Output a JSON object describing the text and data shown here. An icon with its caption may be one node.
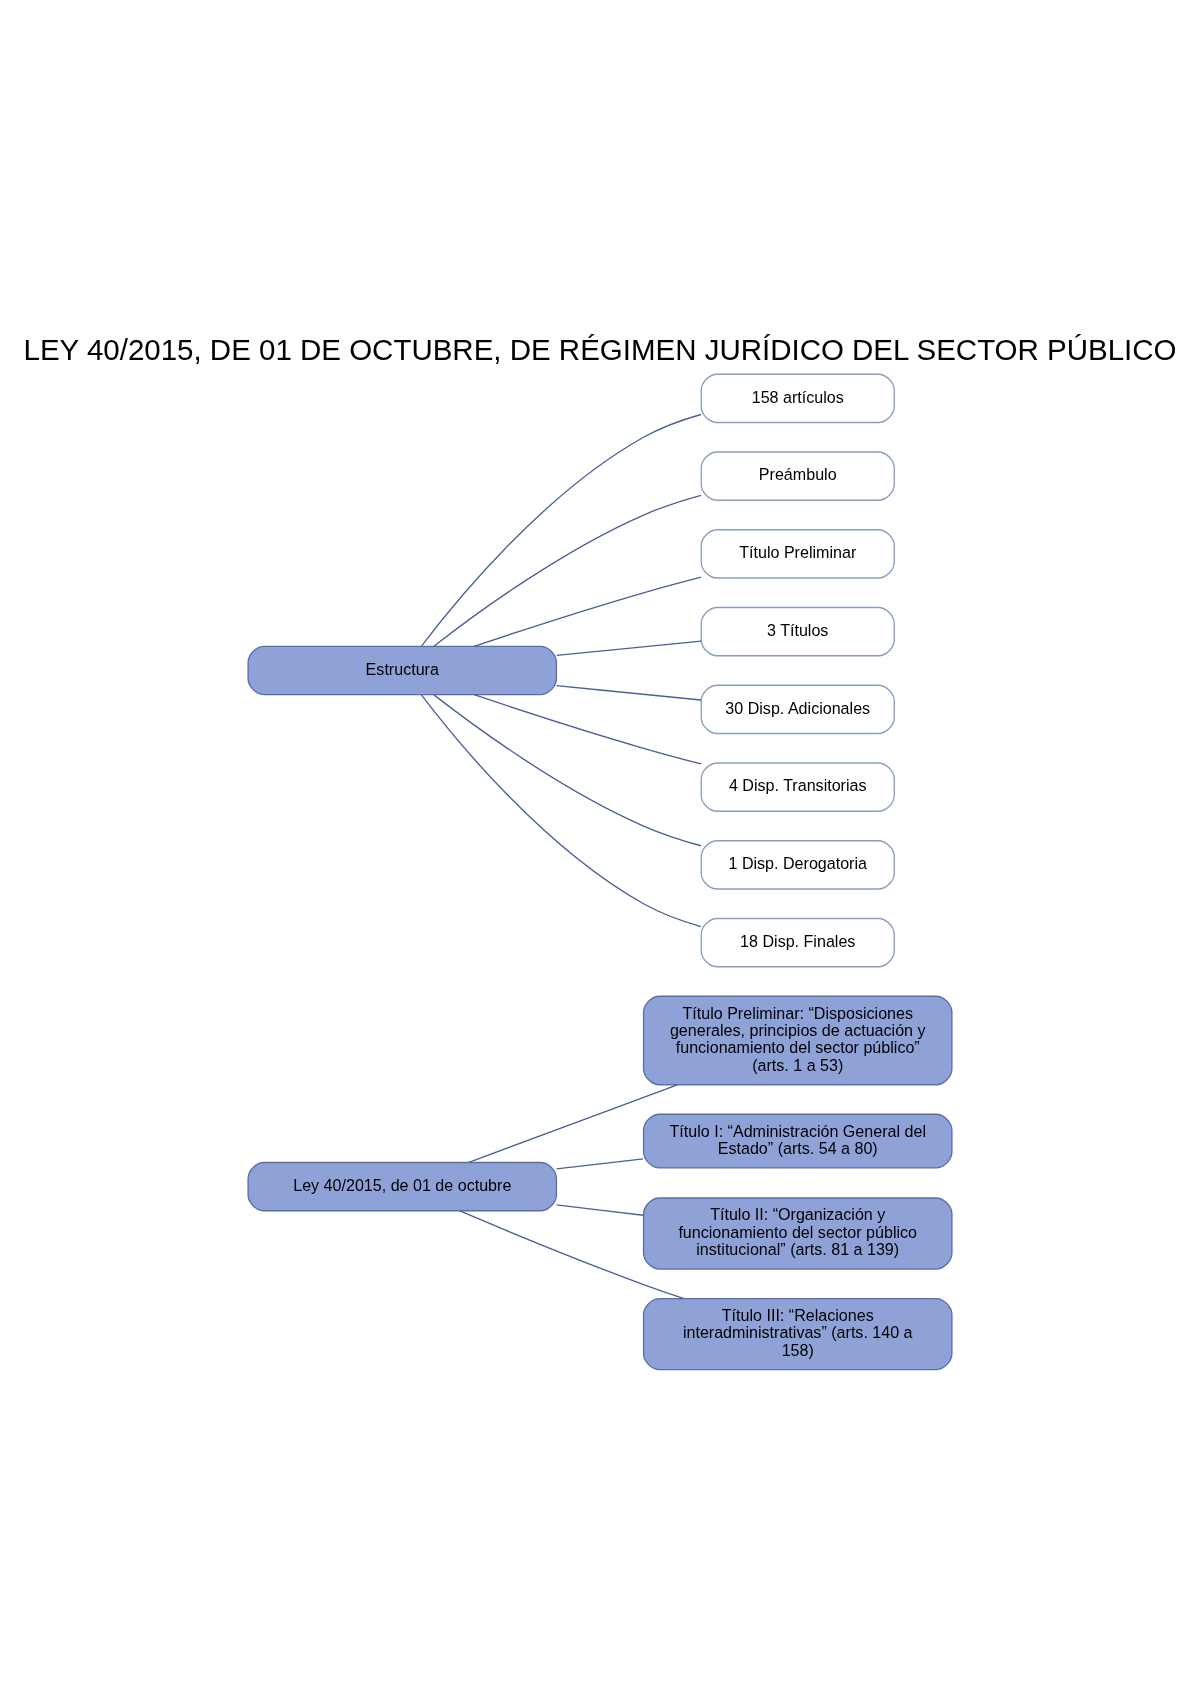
{
  "diagram": {
    "title": "LEY 40/2015, DE 01 DE OCTUBRE, DE RÉGIMEN JURÍDICO DEL SECTOR PÚBLICO",
    "nodes": [
      {
        "text": [
          "Ley 40/2015, de 01 de octubre"
        ]
      },
      {
        "text": [
          "Título Preliminar: “Disposiciones generales, principios de actuación y funcionamiento del sector público” (arts. 1 a 53)"
        ]
      },
      {
        "text": [
          "Título I: “Administración General del Estado” (arts. 54 a 80)"
        ]
      },
      {
        "text": [
          "Título II: “Organización y funcionamiento del sector público institucional” (arts. 81 a 139)"
        ]
      },
      {
        "text": [
          "Título III: “Relaciones interadministrativas” (arts. 140 a 158)"
        ]
      },
      {
        "text": [
          "Estructura"
        ]
      },
      {
        "text": [
          "158 artículos"
        ]
      },
      {
        "text": [
          "Preámbulo"
        ]
      },
      {
        "text": [
          "Título Preliminar"
        ]
      },
      {
        "text": [
          "3 Títulos"
        ]
      },
      {
        "text": [
          "30 Disp. Adicionales"
        ]
      },
      {
        "text": [
          "4 Disp. Transitorias"
        ]
      },
      {
        "text": [
          "1 Disp. Derogatoria"
        ]
      },
      {
        "text": [
          "18 Disp. Finales"
        ]
      }
    ],
    "edges": [
      {
        "from": 0,
        "to": 1,
        "arrow": "none"
      },
      {
        "from": 0,
        "to": 2,
        "arrow": "none"
      },
      {
        "from": 0,
        "to": 3,
        "arrow": "none"
      },
      {
        "from": 0,
        "to": 4,
        "arrow": "none"
      },
      {
        "from": 5,
        "to": 6,
        "arrow": "none"
      },
      {
        "from": 5,
        "to": 7,
        "arrow": "none"
      },
      {
        "from": 5,
        "to": 8,
        "arrow": "none"
      },
      {
        "from": 5,
        "to": 9,
        "arrow": "none"
      },
      {
        "from": 5,
        "to": 10,
        "arrow": "none"
      },
      {
        "from": 5,
        "to": 11,
        "arrow": "none"
      },
      {
        "from": 5,
        "to": 12,
        "arrow": "none"
      },
      {
        "from": 5,
        "to": 13,
        "arrow": "none"
      }
    ]
  }
}
